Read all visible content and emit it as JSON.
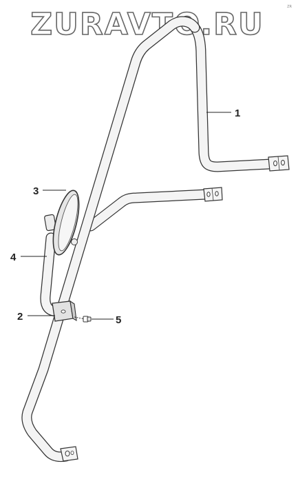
{
  "watermark": {
    "text": "ZURAVTO.RU",
    "corner_mark": "ZR"
  },
  "callouts": [
    {
      "number": "1"
    },
    {
      "number": "2"
    },
    {
      "number": "3"
    },
    {
      "number": "4"
    },
    {
      "number": "5"
    }
  ]
}
